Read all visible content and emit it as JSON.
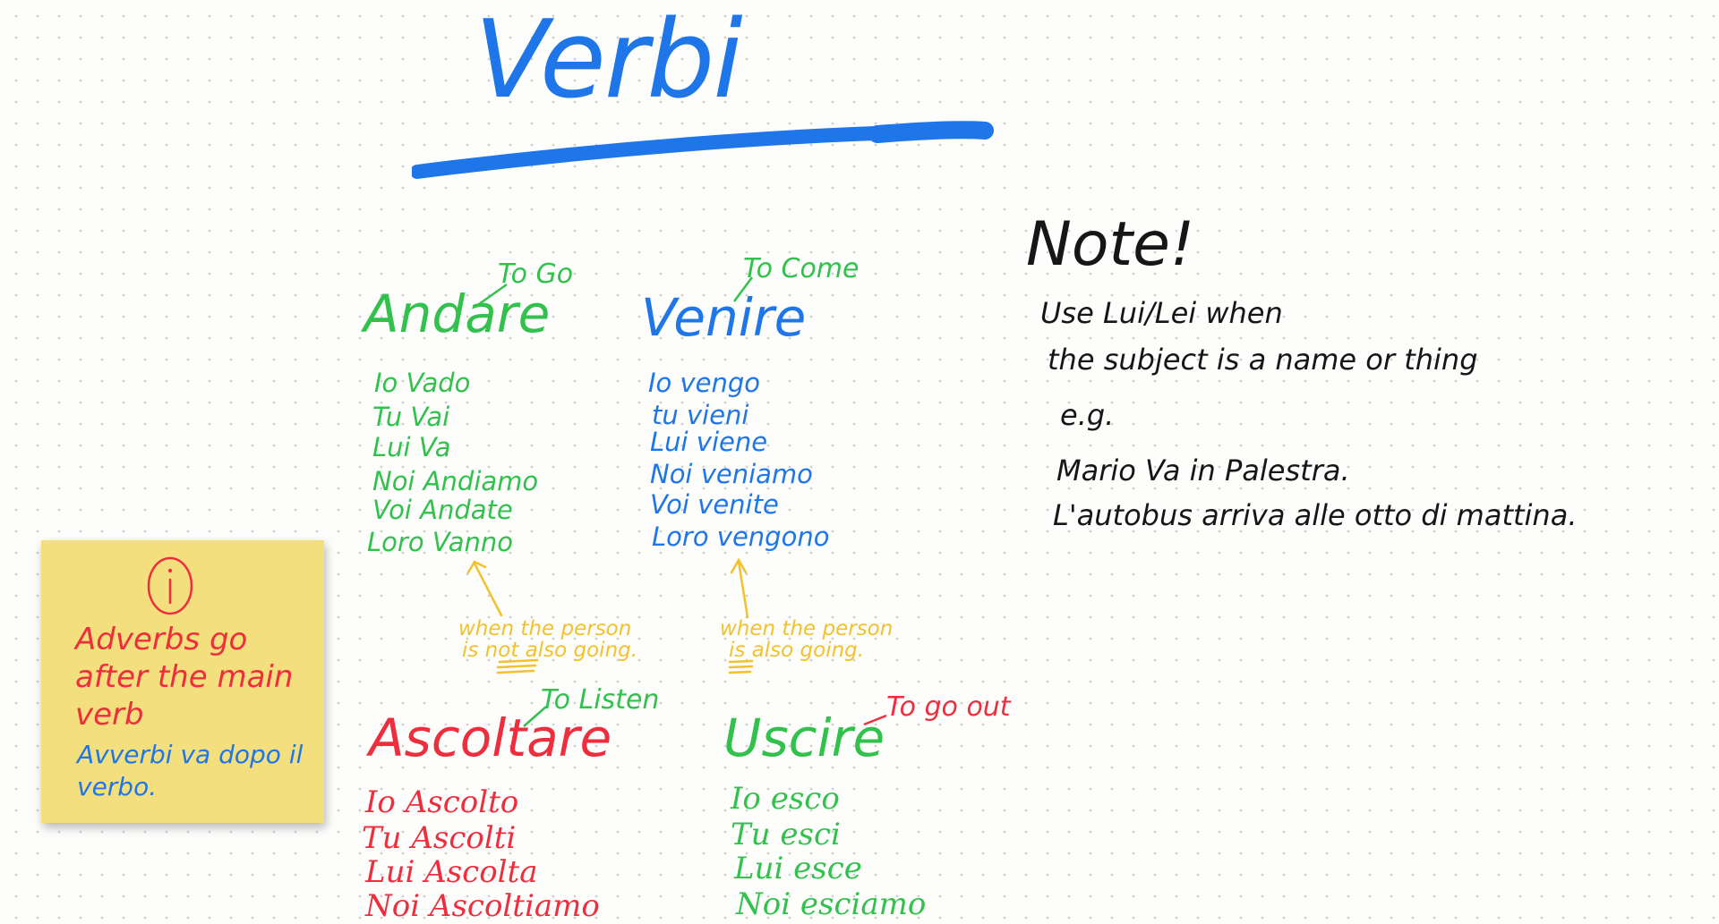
{
  "title": "Verbi",
  "verbs": {
    "andare": {
      "infinitive": "Andare",
      "translation": "To Go",
      "conjugations": [
        "Io Vado",
        "Tu Vai",
        "Lui Va",
        "Noi Andiamo",
        "Voi Andate",
        "Loro Vanno"
      ]
    },
    "venire": {
      "infinitive": "Venire",
      "translation": "To Come",
      "conjugations": [
        "Io vengo",
        "tu vieni",
        "Lui viene",
        "Noi veniamo",
        "Voi venite",
        "Loro vengono"
      ]
    },
    "ascoltare": {
      "infinitive": "Ascoltare",
      "translation": "To Listen",
      "conjugations": [
        "Io Ascolto",
        "Tu Ascolti",
        "Lui Ascolta",
        "Noi Ascoltiamo"
      ]
    },
    "uscire": {
      "infinitive": "Uscire",
      "translation": "To go out",
      "conjugations": [
        "Io esco",
        "Tu esci",
        "Lui esce",
        "Noi esciamo"
      ]
    }
  },
  "annotations": {
    "andare_note": [
      "when the person",
      "is not also going."
    ],
    "venire_note": [
      "when the person",
      "is also going."
    ]
  },
  "note": {
    "heading": "Note!",
    "lines": [
      "Use Lui/Lei when",
      "the subject is a name or thing",
      "e.g.",
      "Mario Va in Palestra.",
      "L'autobus arriva alle otto di mattina."
    ]
  },
  "sticky": {
    "icon": "info-circle-icon",
    "english": "Adverbs go after the main verb",
    "italian": "Avverbi va dopo il verbo."
  },
  "colors": {
    "green": "#33c14d",
    "blue": "#1f76e8",
    "red": "#ee2e3d",
    "yellow": "#f2c12e",
    "black": "#161616",
    "sticky": "#f3df7e"
  }
}
